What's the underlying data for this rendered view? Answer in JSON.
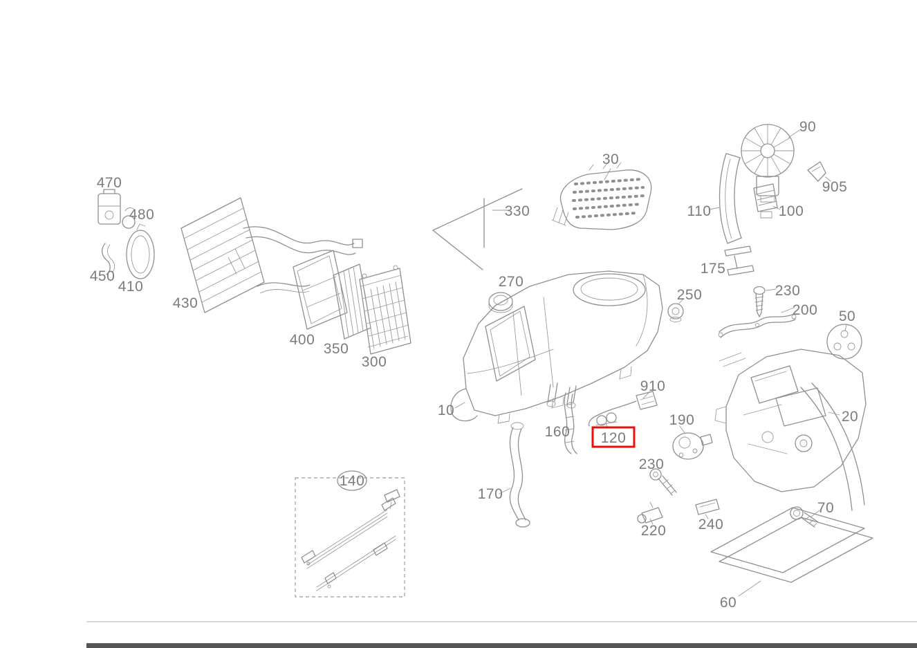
{
  "diagram": {
    "highlighted_label": "120",
    "colors": {
      "background": "#ffffff",
      "line": "#8f8f8f",
      "label_text": "#7c7c7c",
      "highlight_box": "#e8100c",
      "footer_bar": "#555555"
    },
    "labels": [
      {
        "text": "470"
      },
      {
        "text": "480"
      },
      {
        "text": "450"
      },
      {
        "text": "410"
      },
      {
        "text": "430"
      },
      {
        "text": "400"
      },
      {
        "text": "350"
      },
      {
        "text": "300"
      },
      {
        "text": "330"
      },
      {
        "text": "30"
      },
      {
        "text": "90"
      },
      {
        "text": "905"
      },
      {
        "text": "110"
      },
      {
        "text": "100"
      },
      {
        "text": "175"
      },
      {
        "text": "270"
      },
      {
        "text": "250"
      },
      {
        "text": "230"
      },
      {
        "text": "200"
      },
      {
        "text": "50"
      },
      {
        "text": "10"
      },
      {
        "text": "910"
      },
      {
        "text": "190"
      },
      {
        "text": "20"
      },
      {
        "text": "160"
      },
      {
        "text": "120"
      },
      {
        "text": "230"
      },
      {
        "text": "170"
      },
      {
        "text": "220"
      },
      {
        "text": "240"
      },
      {
        "text": "70"
      },
      {
        "text": "140"
      },
      {
        "text": "60"
      }
    ]
  }
}
